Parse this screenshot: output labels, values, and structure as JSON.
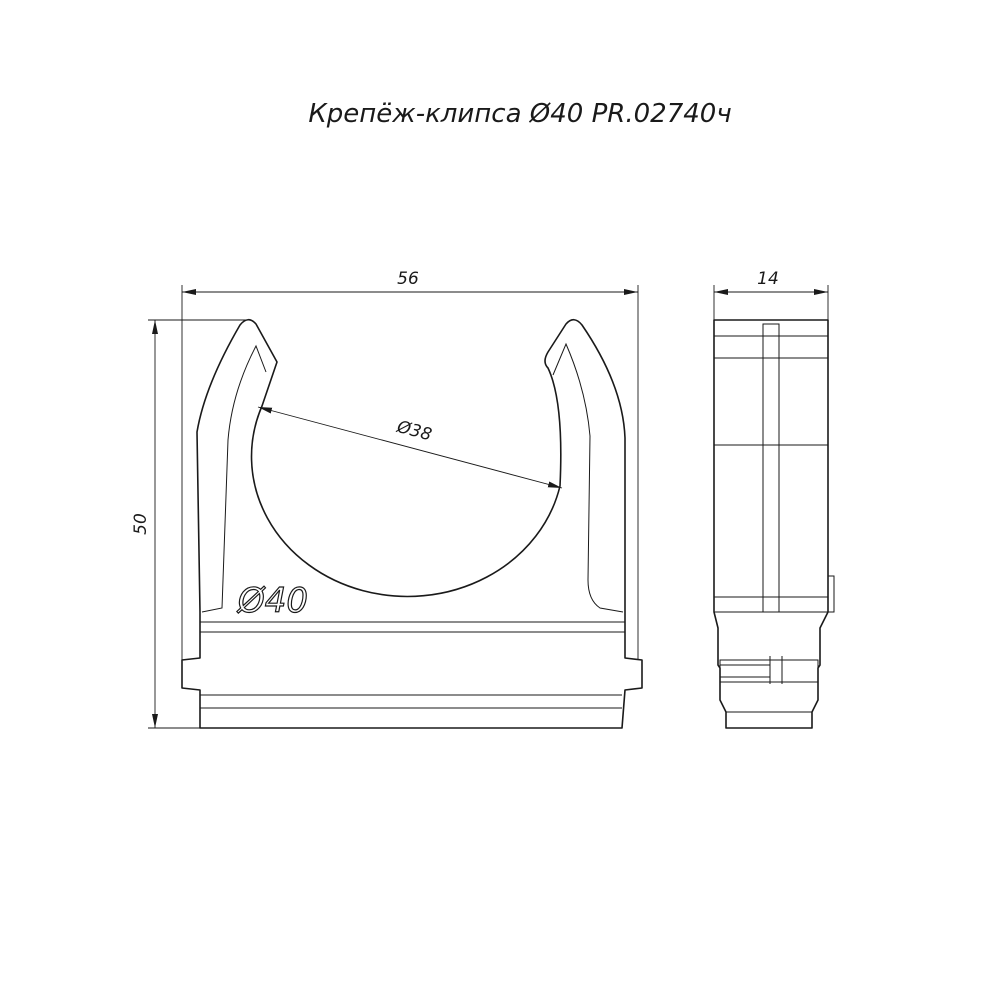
{
  "title": "Крепёж-клипса Ø40 PR.02740ч",
  "dimensions": {
    "width": "56",
    "height": "50",
    "inner_diameter": "Ø38",
    "depth": "14"
  },
  "embossed_mark": "Ø40",
  "colors": {
    "line": "#1a1a1a",
    "background": "#ffffff"
  }
}
